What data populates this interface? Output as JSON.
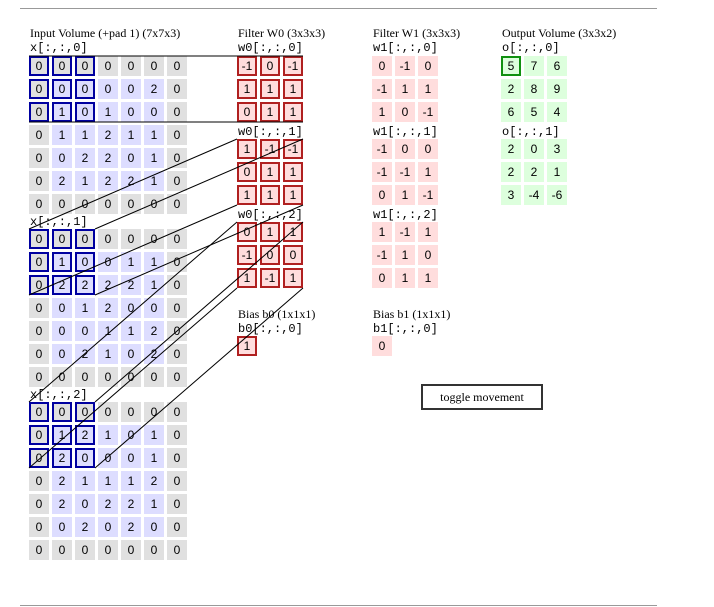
{
  "input": {
    "title": "Input Volume (+pad 1) (7x7x3)",
    "slices": [
      {
        "label": "x[:,:,0]",
        "rows": [
          [
            "0",
            "0",
            "0",
            "0",
            "0",
            "0",
            "0"
          ],
          [
            "0",
            "0",
            "0",
            "0",
            "0",
            "2",
            "0"
          ],
          [
            "0",
            "1",
            "0",
            "1",
            "0",
            "0",
            "0"
          ],
          [
            "0",
            "1",
            "1",
            "2",
            "1",
            "1",
            "0"
          ],
          [
            "0",
            "0",
            "2",
            "2",
            "0",
            "1",
            "0"
          ],
          [
            "0",
            "2",
            "1",
            "2",
            "2",
            "1",
            "0"
          ],
          [
            "0",
            "0",
            "0",
            "0",
            "0",
            "0",
            "0"
          ]
        ]
      },
      {
        "label": "x[:,:,1]",
        "rows": [
          [
            "0",
            "0",
            "0",
            "0",
            "0",
            "0",
            "0"
          ],
          [
            "0",
            "1",
            "0",
            "0",
            "1",
            "1",
            "0"
          ],
          [
            "0",
            "2",
            "2",
            "2",
            "2",
            "1",
            "0"
          ],
          [
            "0",
            "0",
            "1",
            "2",
            "0",
            "0",
            "0"
          ],
          [
            "0",
            "0",
            "0",
            "1",
            "1",
            "2",
            "0"
          ],
          [
            "0",
            "0",
            "2",
            "1",
            "0",
            "2",
            "0"
          ],
          [
            "0",
            "0",
            "0",
            "0",
            "0",
            "0",
            "0"
          ]
        ]
      },
      {
        "label": "x[:,:,2]",
        "rows": [
          [
            "0",
            "0",
            "0",
            "0",
            "0",
            "0",
            "0"
          ],
          [
            "0",
            "1",
            "2",
            "1",
            "0",
            "1",
            "0"
          ],
          [
            "0",
            "2",
            "0",
            "0",
            "0",
            "1",
            "0"
          ],
          [
            "0",
            "2",
            "1",
            "1",
            "1",
            "2",
            "0"
          ],
          [
            "0",
            "2",
            "0",
            "2",
            "2",
            "1",
            "0"
          ],
          [
            "0",
            "0",
            "2",
            "0",
            "2",
            "0",
            "0"
          ],
          [
            "0",
            "0",
            "0",
            "0",
            "0",
            "0",
            "0"
          ]
        ]
      }
    ]
  },
  "filter_w0": {
    "title": "Filter W0 (3x3x3)",
    "slices": [
      {
        "label": "w0[:,:,0]",
        "rows": [
          [
            "-1",
            "0",
            "-1"
          ],
          [
            "1",
            "1",
            "1"
          ],
          [
            "0",
            "1",
            "1"
          ]
        ]
      },
      {
        "label": "w0[:,:,1]",
        "rows": [
          [
            "1",
            "-1",
            "-1"
          ],
          [
            "0",
            "1",
            "1"
          ],
          [
            "1",
            "1",
            "1"
          ]
        ]
      },
      {
        "label": "w0[:,:,2]",
        "rows": [
          [
            "0",
            "1",
            "1"
          ],
          [
            "-1",
            "0",
            "0"
          ],
          [
            "1",
            "-1",
            "1"
          ]
        ]
      }
    ]
  },
  "bias_b0": {
    "title": "Bias b0 (1x1x1)",
    "label": "b0[:,:,0]",
    "rows": [
      [
        "1"
      ]
    ]
  },
  "filter_w1": {
    "title": "Filter W1 (3x3x3)",
    "slices": [
      {
        "label": "w1[:,:,0]",
        "rows": [
          [
            "0",
            "-1",
            "0"
          ],
          [
            "-1",
            "1",
            "1"
          ],
          [
            "1",
            "0",
            "-1"
          ]
        ]
      },
      {
        "label": "w1[:,:,1]",
        "rows": [
          [
            "-1",
            "0",
            "0"
          ],
          [
            "-1",
            "-1",
            "1"
          ],
          [
            "0",
            "1",
            "-1"
          ]
        ]
      },
      {
        "label": "w1[:,:,2]",
        "rows": [
          [
            "1",
            "-1",
            "1"
          ],
          [
            "-1",
            "1",
            "0"
          ],
          [
            "0",
            "1",
            "1"
          ]
        ]
      }
    ]
  },
  "bias_b1": {
    "title": "Bias b1 (1x1x1)",
    "label": "b1[:,:,0]",
    "rows": [
      [
        "0"
      ]
    ]
  },
  "output": {
    "title": "Output Volume (3x3x2)",
    "slices": [
      {
        "label": "o[:,:,0]",
        "rows": [
          [
            "5",
            "7",
            "6"
          ],
          [
            "2",
            "8",
            "9"
          ],
          [
            "6",
            "5",
            "4"
          ]
        ]
      },
      {
        "label": "o[:,:,1]",
        "rows": [
          [
            "2",
            "0",
            "3"
          ],
          [
            "2",
            "2",
            "1"
          ],
          [
            "3",
            "-4",
            "-6"
          ]
        ]
      }
    ]
  },
  "toggle_label": "toggle movement",
  "colors": {
    "input_cell": "#ddddff",
    "padding_cell": "#e0e0e0",
    "weight_cell": "#ffdddd",
    "output_cell": "#ddffdd",
    "input_highlight": "#0000a0",
    "weight_highlight": "#b02020",
    "output_highlight": "#109010"
  }
}
